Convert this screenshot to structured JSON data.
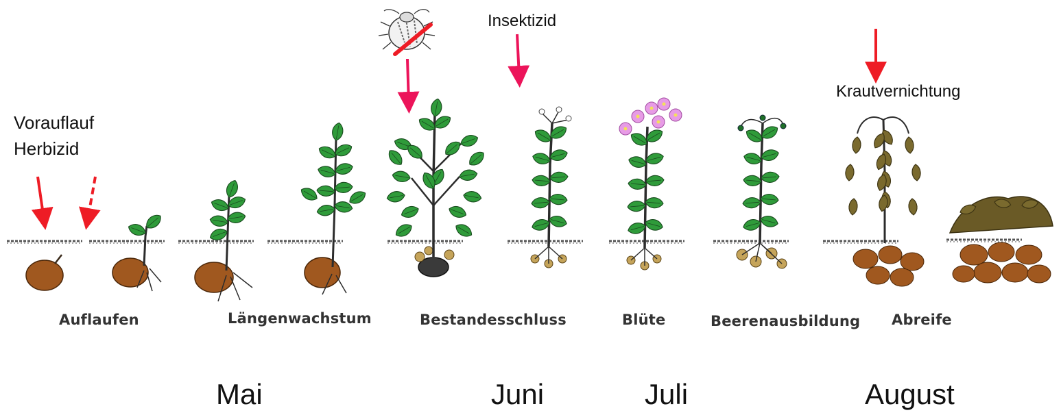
{
  "annotations": {
    "preemergence_line1": "Vorauflauf",
    "preemergence_line2": "Herbizid",
    "insecticide": "Insektizid",
    "haulm_killing": "Krautvernichtung"
  },
  "stages": [
    "Auflaufen",
    "Längenwachstum",
    "Bestandesschluss",
    "Blüte",
    "Beerenausbildung",
    "Abreife"
  ],
  "months": [
    "Mai",
    "Juni",
    "Juli",
    "August"
  ],
  "icons": {
    "beetle": "crossed-out-colorado-beetle-icon"
  },
  "colors": {
    "herbicide_arrow": "#ee1c25",
    "insect_arrow": "#ec145a",
    "leaf": "#2f9b3a",
    "leaf_dark": "#1f6f28",
    "tuber": "#a0581f",
    "bloom": "#e79be6",
    "wilted": "#7a6a2e"
  }
}
